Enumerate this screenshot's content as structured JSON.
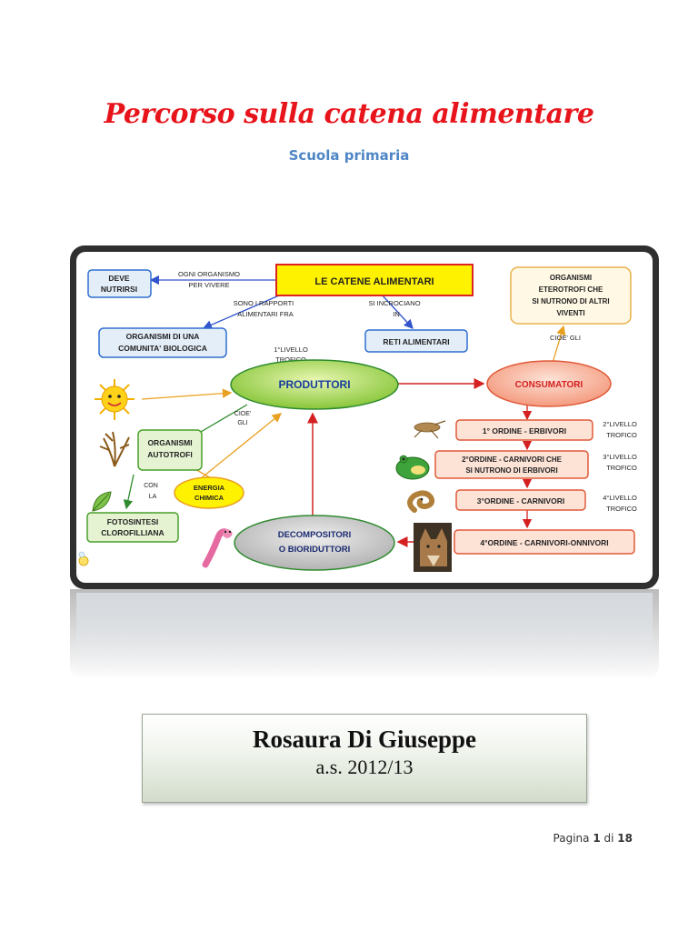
{
  "doc": {
    "title": "Percorso sulla catena alimentare",
    "subtitle": "Scuola primaria",
    "author": "Rosaura Di Giuseppe",
    "year": "a.s. 2012/13",
    "page": {
      "prefix": "Pagina",
      "current": "1",
      "sep": "di",
      "total": "18"
    }
  },
  "map": {
    "le_catene": "LE   CATENE     ALIMENTARI",
    "deve_nutrirsi": [
      "DEVE",
      "NUTRIRSI"
    ],
    "ogni_organismo": [
      "OGNI     ORGANISMO",
      "PER    VIVERE"
    ],
    "sono_i_rapporti": [
      "SONO   I   RAPPORTI",
      "ALIMENTARI     FRA"
    ],
    "si_incrociano": [
      "SI     INCROCIANO",
      "IN"
    ],
    "organismi_comunita": [
      "ORGANISMI    DI   UNA",
      "COMUNITA'     BIOLOGICA"
    ],
    "reti": "RETI     ALIMENTARI",
    "eterotrofi": [
      "ORGANISMI",
      "ETEROTROFI    CHE",
      "SI  NUTRONO   DI   ALTRI",
      "VIVENTI"
    ],
    "cioe_gli_top": "CIOE'   GLI",
    "primo_livello": [
      "1°LIVELLO",
      "TROFICO"
    ],
    "produttori": "PRODUTTORI",
    "consumatori": "CONSUMATORI",
    "cioe_gli_left": [
      "CIOE'",
      "GLI"
    ],
    "autotrofi": [
      "ORGANISMI",
      "AUTOTROFI"
    ],
    "energia": [
      "ENERGIA",
      "CHIMICA"
    ],
    "con_la": [
      "CON",
      "LA"
    ],
    "fotosintesi": [
      "FOTOSINTESI",
      "CLOROFILLIANA"
    ],
    "decompositori": [
      "DECOMPOSITORI",
      "O     BIORIDUTTORI"
    ],
    "ordine1": "1°     ORDINE     -    ERBIVORI",
    "ordine2": [
      "2°ORDINE    -    CARNIVORI   CHE",
      "SI   NUTRONO     DI    ERBIVORI"
    ],
    "ordine3": "3°ORDINE     -     CARNIVORI",
    "ordine4": "4°ORDINE      -       CARNIVORI-ONNIVORI",
    "livello2": [
      "2°LIVELLO",
      "TROFICO"
    ],
    "livello3": [
      "3°LIVELLO",
      "TROFICO"
    ],
    "livello4": [
      "4°LIVELLO",
      "TROFICO"
    ]
  }
}
